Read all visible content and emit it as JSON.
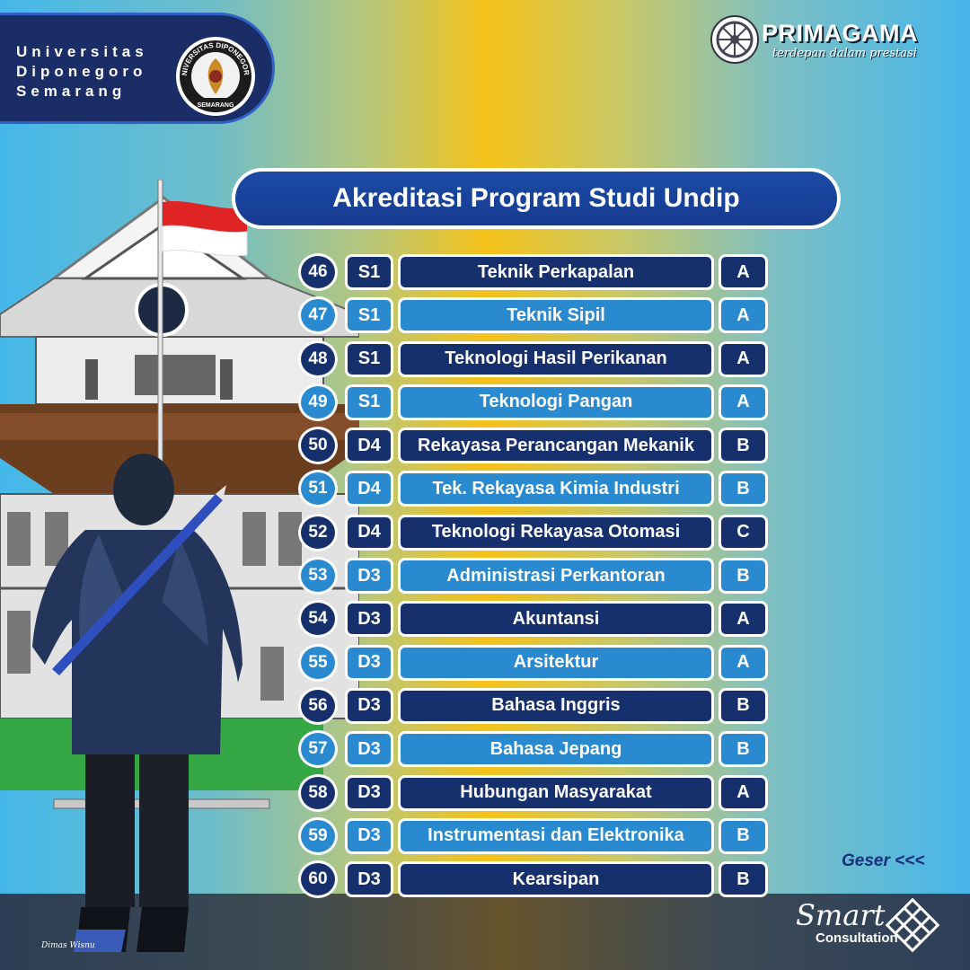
{
  "header": {
    "university_name": "Universitas\nDiponegoro\nSemarang",
    "seal_text_top": "UNIVERSITAS DIPONEGORO",
    "seal_text_bottom": "SEMARANG"
  },
  "brand": {
    "name": "PRIMAGAMA",
    "tagline": "terdepan dalam prestasi"
  },
  "title": "Akreditasi Program Studi Undip",
  "rows": [
    {
      "no": "46",
      "degree": "S1",
      "program": "Teknik Perkapalan",
      "accreditation": "A"
    },
    {
      "no": "47",
      "degree": "S1",
      "program": "Teknik Sipil",
      "accreditation": "A"
    },
    {
      "no": "48",
      "degree": "S1",
      "program": "Teknologi Hasil Perikanan",
      "accreditation": "A"
    },
    {
      "no": "49",
      "degree": "S1",
      "program": "Teknologi Pangan",
      "accreditation": "A"
    },
    {
      "no": "50",
      "degree": "D4",
      "program": "Rekayasa Perancangan Mekanik",
      "accreditation": "B"
    },
    {
      "no": "51",
      "degree": "D4",
      "program": "Tek. Rekayasa Kimia Industri",
      "accreditation": "B"
    },
    {
      "no": "52",
      "degree": "D4",
      "program": "Teknologi Rekayasa Otomasi",
      "accreditation": "C"
    },
    {
      "no": "53",
      "degree": "D3",
      "program": "Administrasi Perkantoran",
      "accreditation": "B"
    },
    {
      "no": "54",
      "degree": "D3",
      "program": "Akuntansi",
      "accreditation": "A"
    },
    {
      "no": "55",
      "degree": "D3",
      "program": "Arsitektur",
      "accreditation": "A"
    },
    {
      "no": "56",
      "degree": "D3",
      "program": "Bahasa Inggris",
      "accreditation": "B"
    },
    {
      "no": "57",
      "degree": "D3",
      "program": "Bahasa Jepang",
      "accreditation": "B"
    },
    {
      "no": "58",
      "degree": "D3",
      "program": "Hubungan Masyarakat",
      "accreditation": "A"
    },
    {
      "no": "59",
      "degree": "D3",
      "program": "Instrumentasi dan Elektronika",
      "accreditation": "B"
    },
    {
      "no": "60",
      "degree": "D3",
      "program": "Kearsipan",
      "accreditation": "B"
    }
  ],
  "footer": {
    "swipe_hint": "Geser <<<",
    "partner_script": "Smart",
    "partner_sub": "Consultation",
    "artist_signature": "Dimas Wisnu"
  },
  "colors": {
    "row_dark": "#16306e",
    "row_light": "#2a8ad0",
    "badge_bg": "#1a2d67"
  }
}
